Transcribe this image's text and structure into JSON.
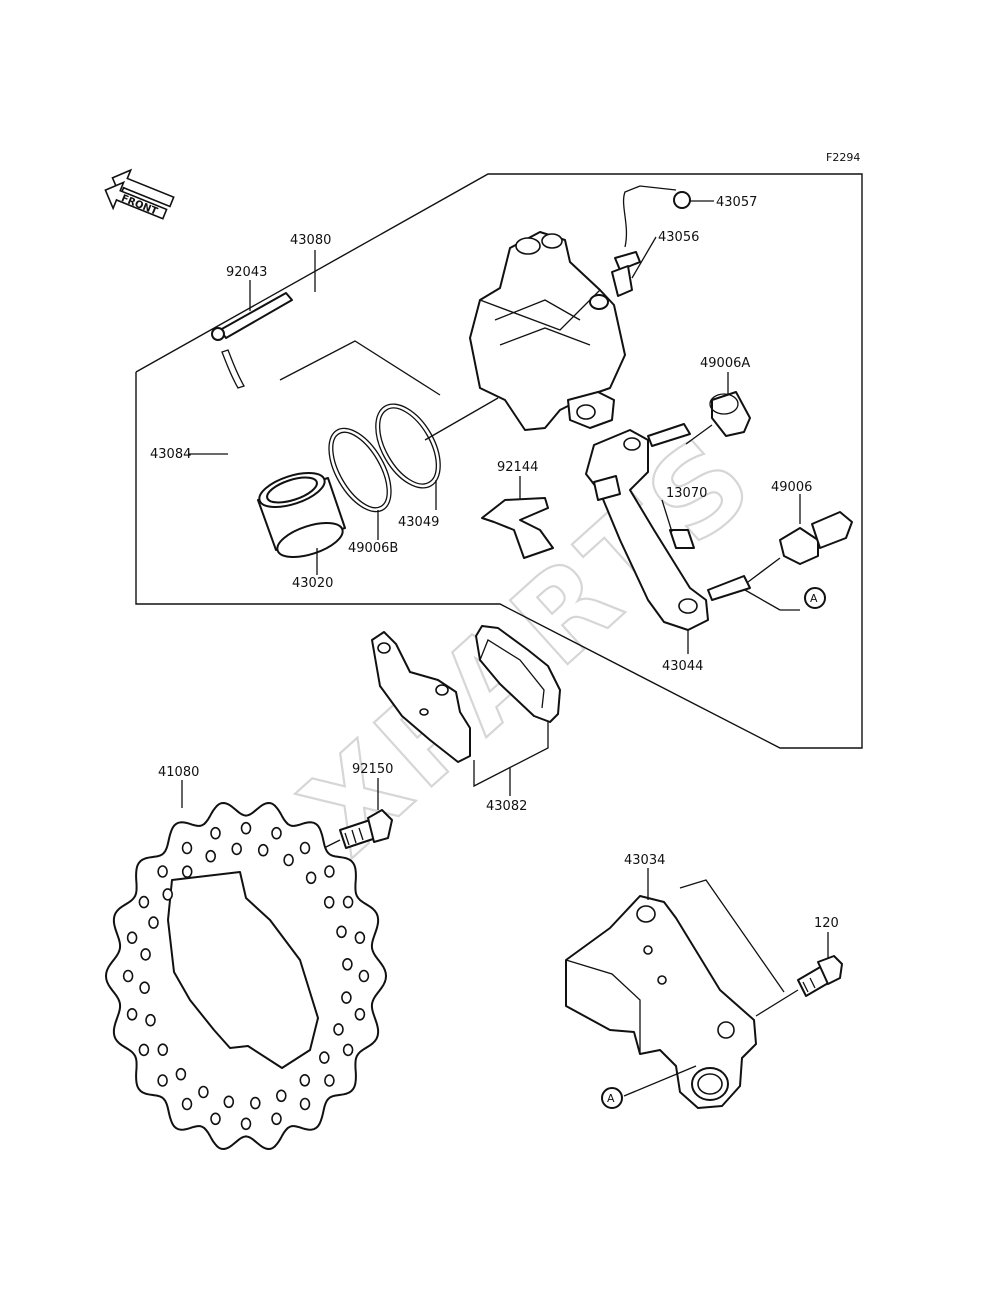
{
  "figure_code": "F2294",
  "front_arrow_label": "FRONT",
  "watermark": "XPARTS",
  "ref_marker": "A",
  "parts": {
    "p43057": "43057",
    "p43056": "43056",
    "p43080": "43080",
    "p92043": "92043",
    "p49006A": "49006A",
    "p43084": "43084",
    "p92144": "92144",
    "p13070": "13070",
    "p49006": "49006",
    "p43049": "43049",
    "p49006B": "49006B",
    "p43020": "43020",
    "p43044": "43044",
    "p41080": "41080",
    "p92150": "92150",
    "p43082": "43082",
    "p43034": "43034",
    "p120": "120"
  }
}
